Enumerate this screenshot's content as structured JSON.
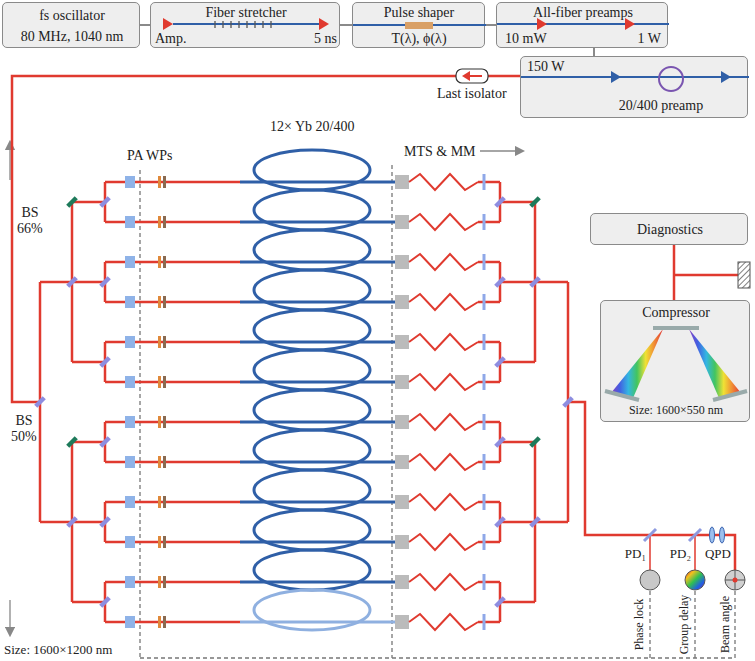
{
  "diagram": {
    "nodes": [
      {
        "text": [
          "fs oscillator",
          "80 MHz, 1040 nm"
        ]
      },
      {
        "text": [
          "Fiber stretcher",
          "Amp.",
          "5 ns"
        ]
      },
      {
        "text": [
          "Pulse shaper",
          "T(λ), ϕ(λ)"
        ]
      },
      {
        "text": [
          "All-fiber preamps",
          "10 mW",
          "1 W"
        ]
      },
      {
        "text": [
          "150 W",
          "20/400 preamp"
        ]
      },
      {
        "text": [
          "Diagnostics"
        ]
      },
      {
        "text": [
          "Compressor",
          "Size: 1600×550 nm"
        ]
      },
      {
        "text": [
          "PD₁"
        ]
      },
      {
        "text": [
          "PD₂"
        ]
      },
      {
        "text": [
          "QPD"
        ]
      }
    ],
    "edges": [
      {
        "from": 0,
        "to": 1,
        "arrow": "none"
      },
      {
        "from": 1,
        "to": 2,
        "arrow": "none"
      },
      {
        "from": 2,
        "to": 3,
        "arrow": "none"
      },
      {
        "from": 3,
        "to": 4,
        "arrow": "none"
      },
      {
        "from": 6,
        "to": 5,
        "arrow": "none"
      }
    ],
    "labels": [
      "Last isolator",
      "12× Yb 20/400",
      "PA WPs",
      "MTS & MM",
      "BS",
      "66%",
      "BS",
      "50%",
      "Phase lock",
      "Group delay",
      "Beam angle",
      "Size: 1600×1200 nm"
    ]
  }
}
